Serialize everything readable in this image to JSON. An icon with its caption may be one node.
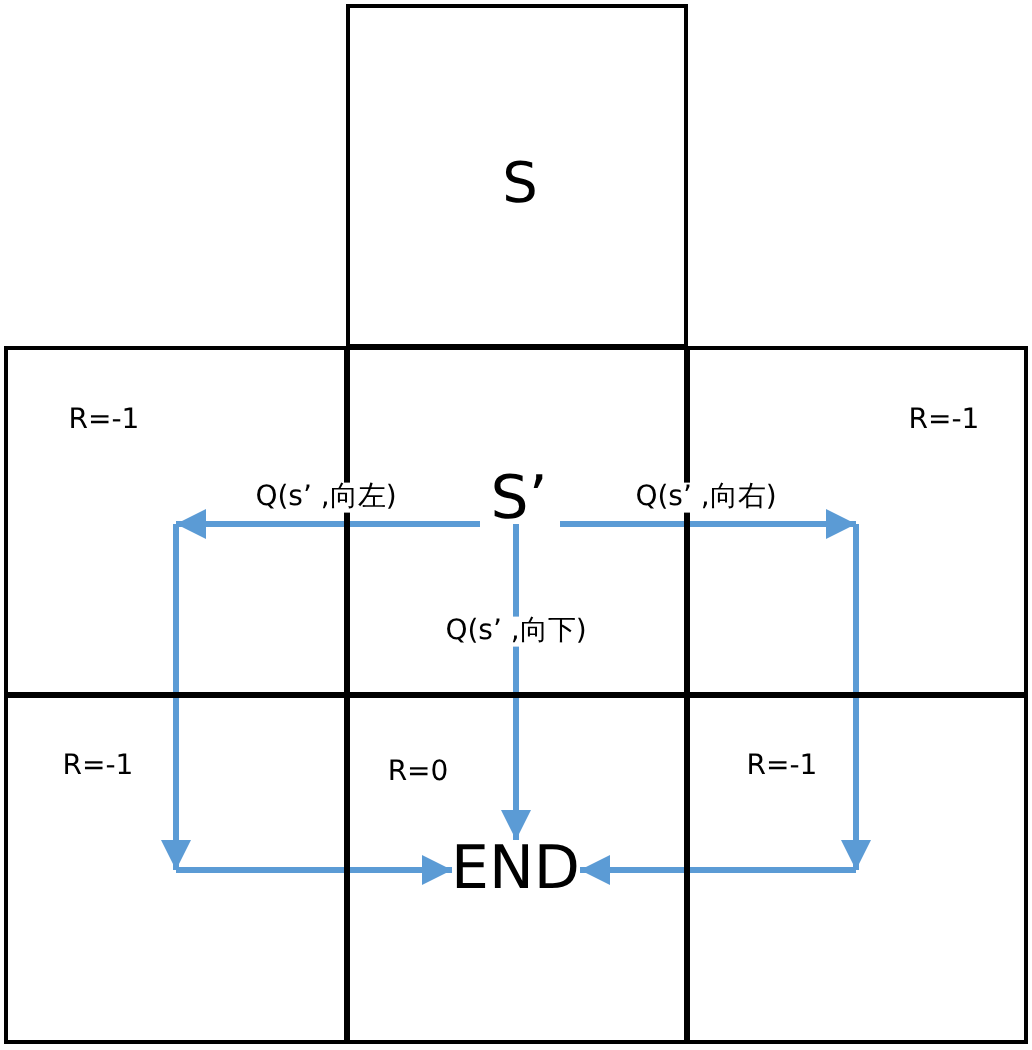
{
  "diagram": {
    "nodes": [
      {
        "text": [
          "S"
        ]
      },
      {
        "text": [
          "R=-1"
        ]
      },
      {
        "text": [],
        "shape": "box"
      },
      {
        "text": [
          "S’"
        ],
        "in": 2
      },
      {
        "text": [
          "R=-1"
        ]
      },
      {
        "text": [
          "R=-1"
        ]
      },
      {
        "text": [
          "R=0"
        ]
      },
      {
        "text": [
          "END"
        ],
        "in": 6
      },
      {
        "text": [
          "R=-1"
        ]
      }
    ],
    "edges": [
      {
        "from": 3,
        "to": 1,
        "arrow": "to",
        "label": "Q(s’ ,向左)"
      },
      {
        "from": 1,
        "to": 5,
        "arrow": "to"
      },
      {
        "from": 5,
        "to": 7,
        "arrow": "to"
      },
      {
        "from": 3,
        "to": 4,
        "arrow": "to",
        "label": "Q(s’ ,向右)"
      },
      {
        "from": 4,
        "to": 8,
        "arrow": "to"
      },
      {
        "from": 8,
        "to": 7,
        "arrow": "to"
      },
      {
        "from": 3,
        "to": 7,
        "arrow": "to",
        "label": "Q(s’ ,向下)"
      }
    ]
  }
}
